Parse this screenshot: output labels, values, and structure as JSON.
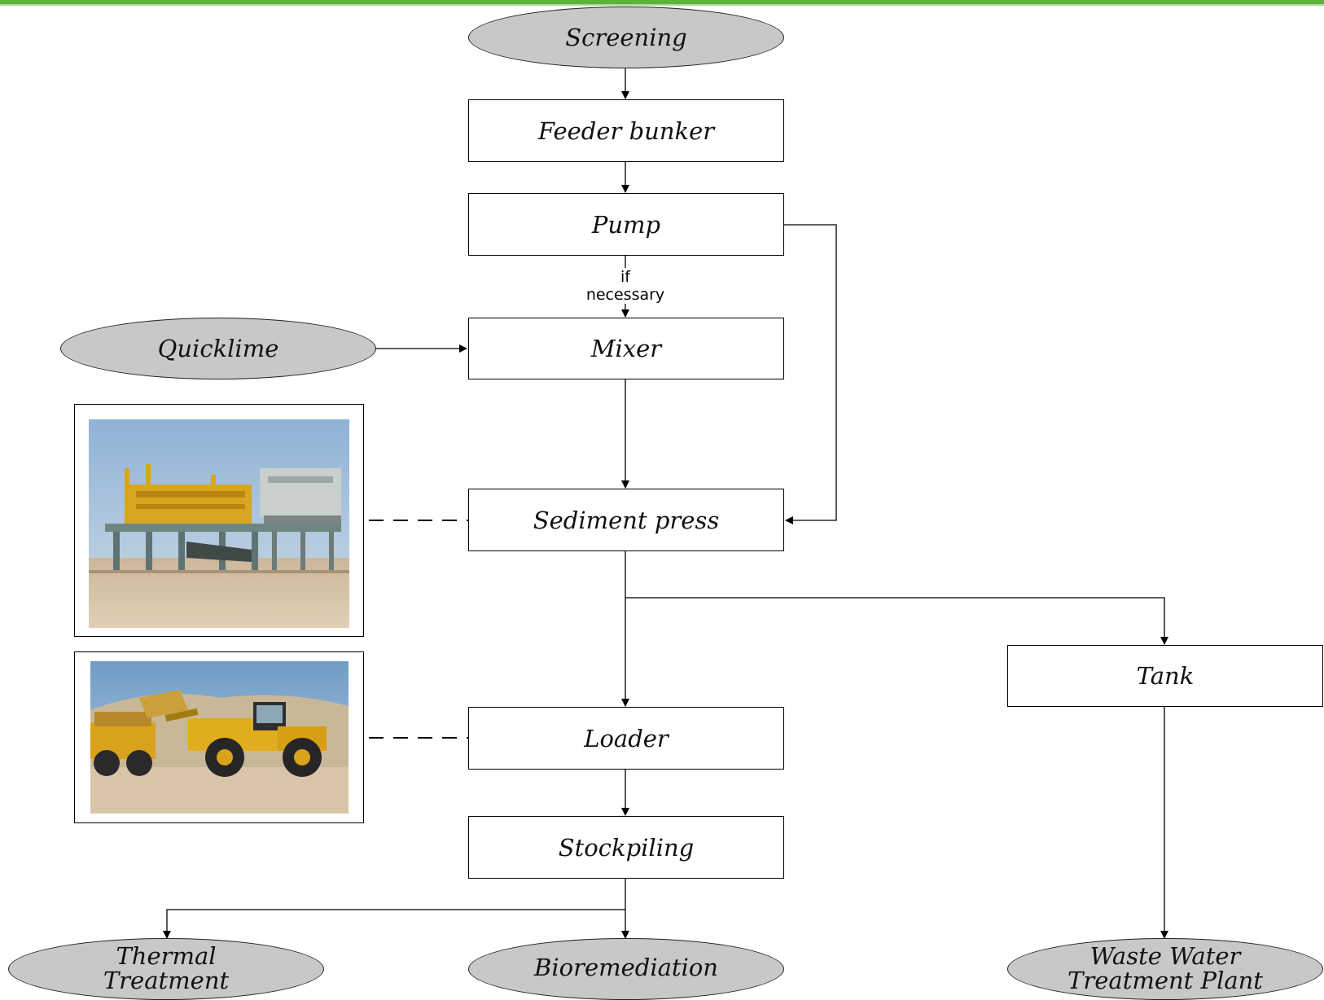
{
  "nodes": {
    "screening": "Screening",
    "feeder_bunker": "Feeder bunker",
    "pump": "Pump",
    "condition": "if necessary",
    "quicklime": "Quicklime",
    "mixer": "Mixer",
    "sediment_press": "Sediment press",
    "tank": "Tank",
    "loader": "Loader",
    "stockpiling": "Stockpiling",
    "thermal_treatment_line1": "Thermal",
    "thermal_treatment_line2": "Treatment",
    "bioremediation": "Bioremediation",
    "wwtp_line1": "Waste Water",
    "wwtp_line2": "Treatment Plant"
  },
  "colors": {
    "accent_rule": "#5cb33a",
    "oval_fill": "#c8c8c8"
  },
  "icons": {
    "press_photo": "sediment-press-plant-photo",
    "loader_photo": "wheel-loader-photo"
  }
}
